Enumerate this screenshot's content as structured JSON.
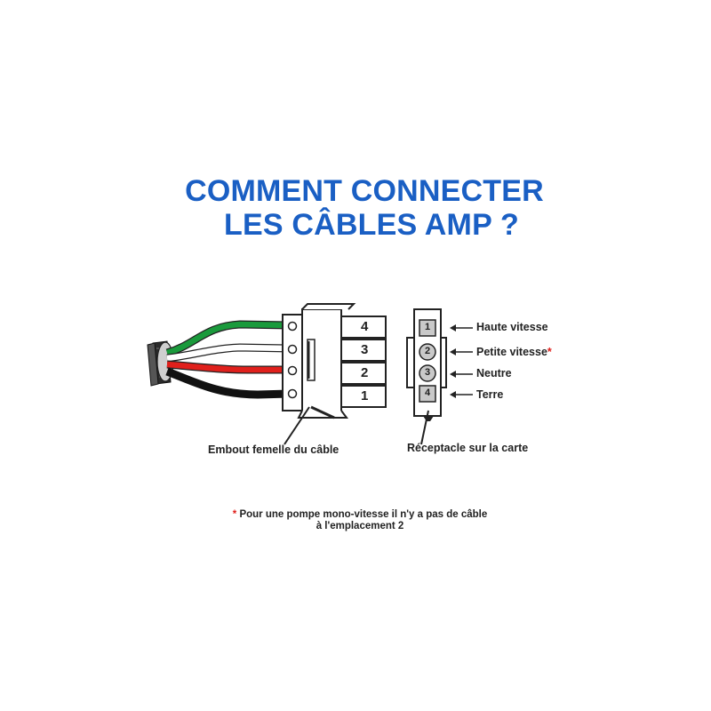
{
  "title_line1": "COMMENT CONNECTER",
  "title_line2": "LES CÂBLES AMP ?",
  "plug": {
    "caption": "Embout femelle du câble",
    "pin_numbers": [
      "4",
      "3",
      "2",
      "1"
    ]
  },
  "receptacle": {
    "caption": "Réceptacle sur la carte",
    "pin_numbers": [
      "1",
      "2",
      "3",
      "4"
    ],
    "labels": {
      "pin1": "Haute vitesse",
      "pin2": "Petite vitesse",
      "pin2_mark": "*",
      "pin3": "Neutre",
      "pin4": "Terre"
    }
  },
  "wires": {
    "green": "#1a9a3c",
    "white": "#ffffff",
    "red": "#e0201c",
    "black": "#111111"
  },
  "footnote": {
    "mark": "*",
    "line1": "Pour une pompe mono-vitesse il n'y a pas de câble",
    "line2": "à l'emplacement 2"
  },
  "colors": {
    "title": "#1a5fc4",
    "accent_mark": "#e0201c"
  }
}
